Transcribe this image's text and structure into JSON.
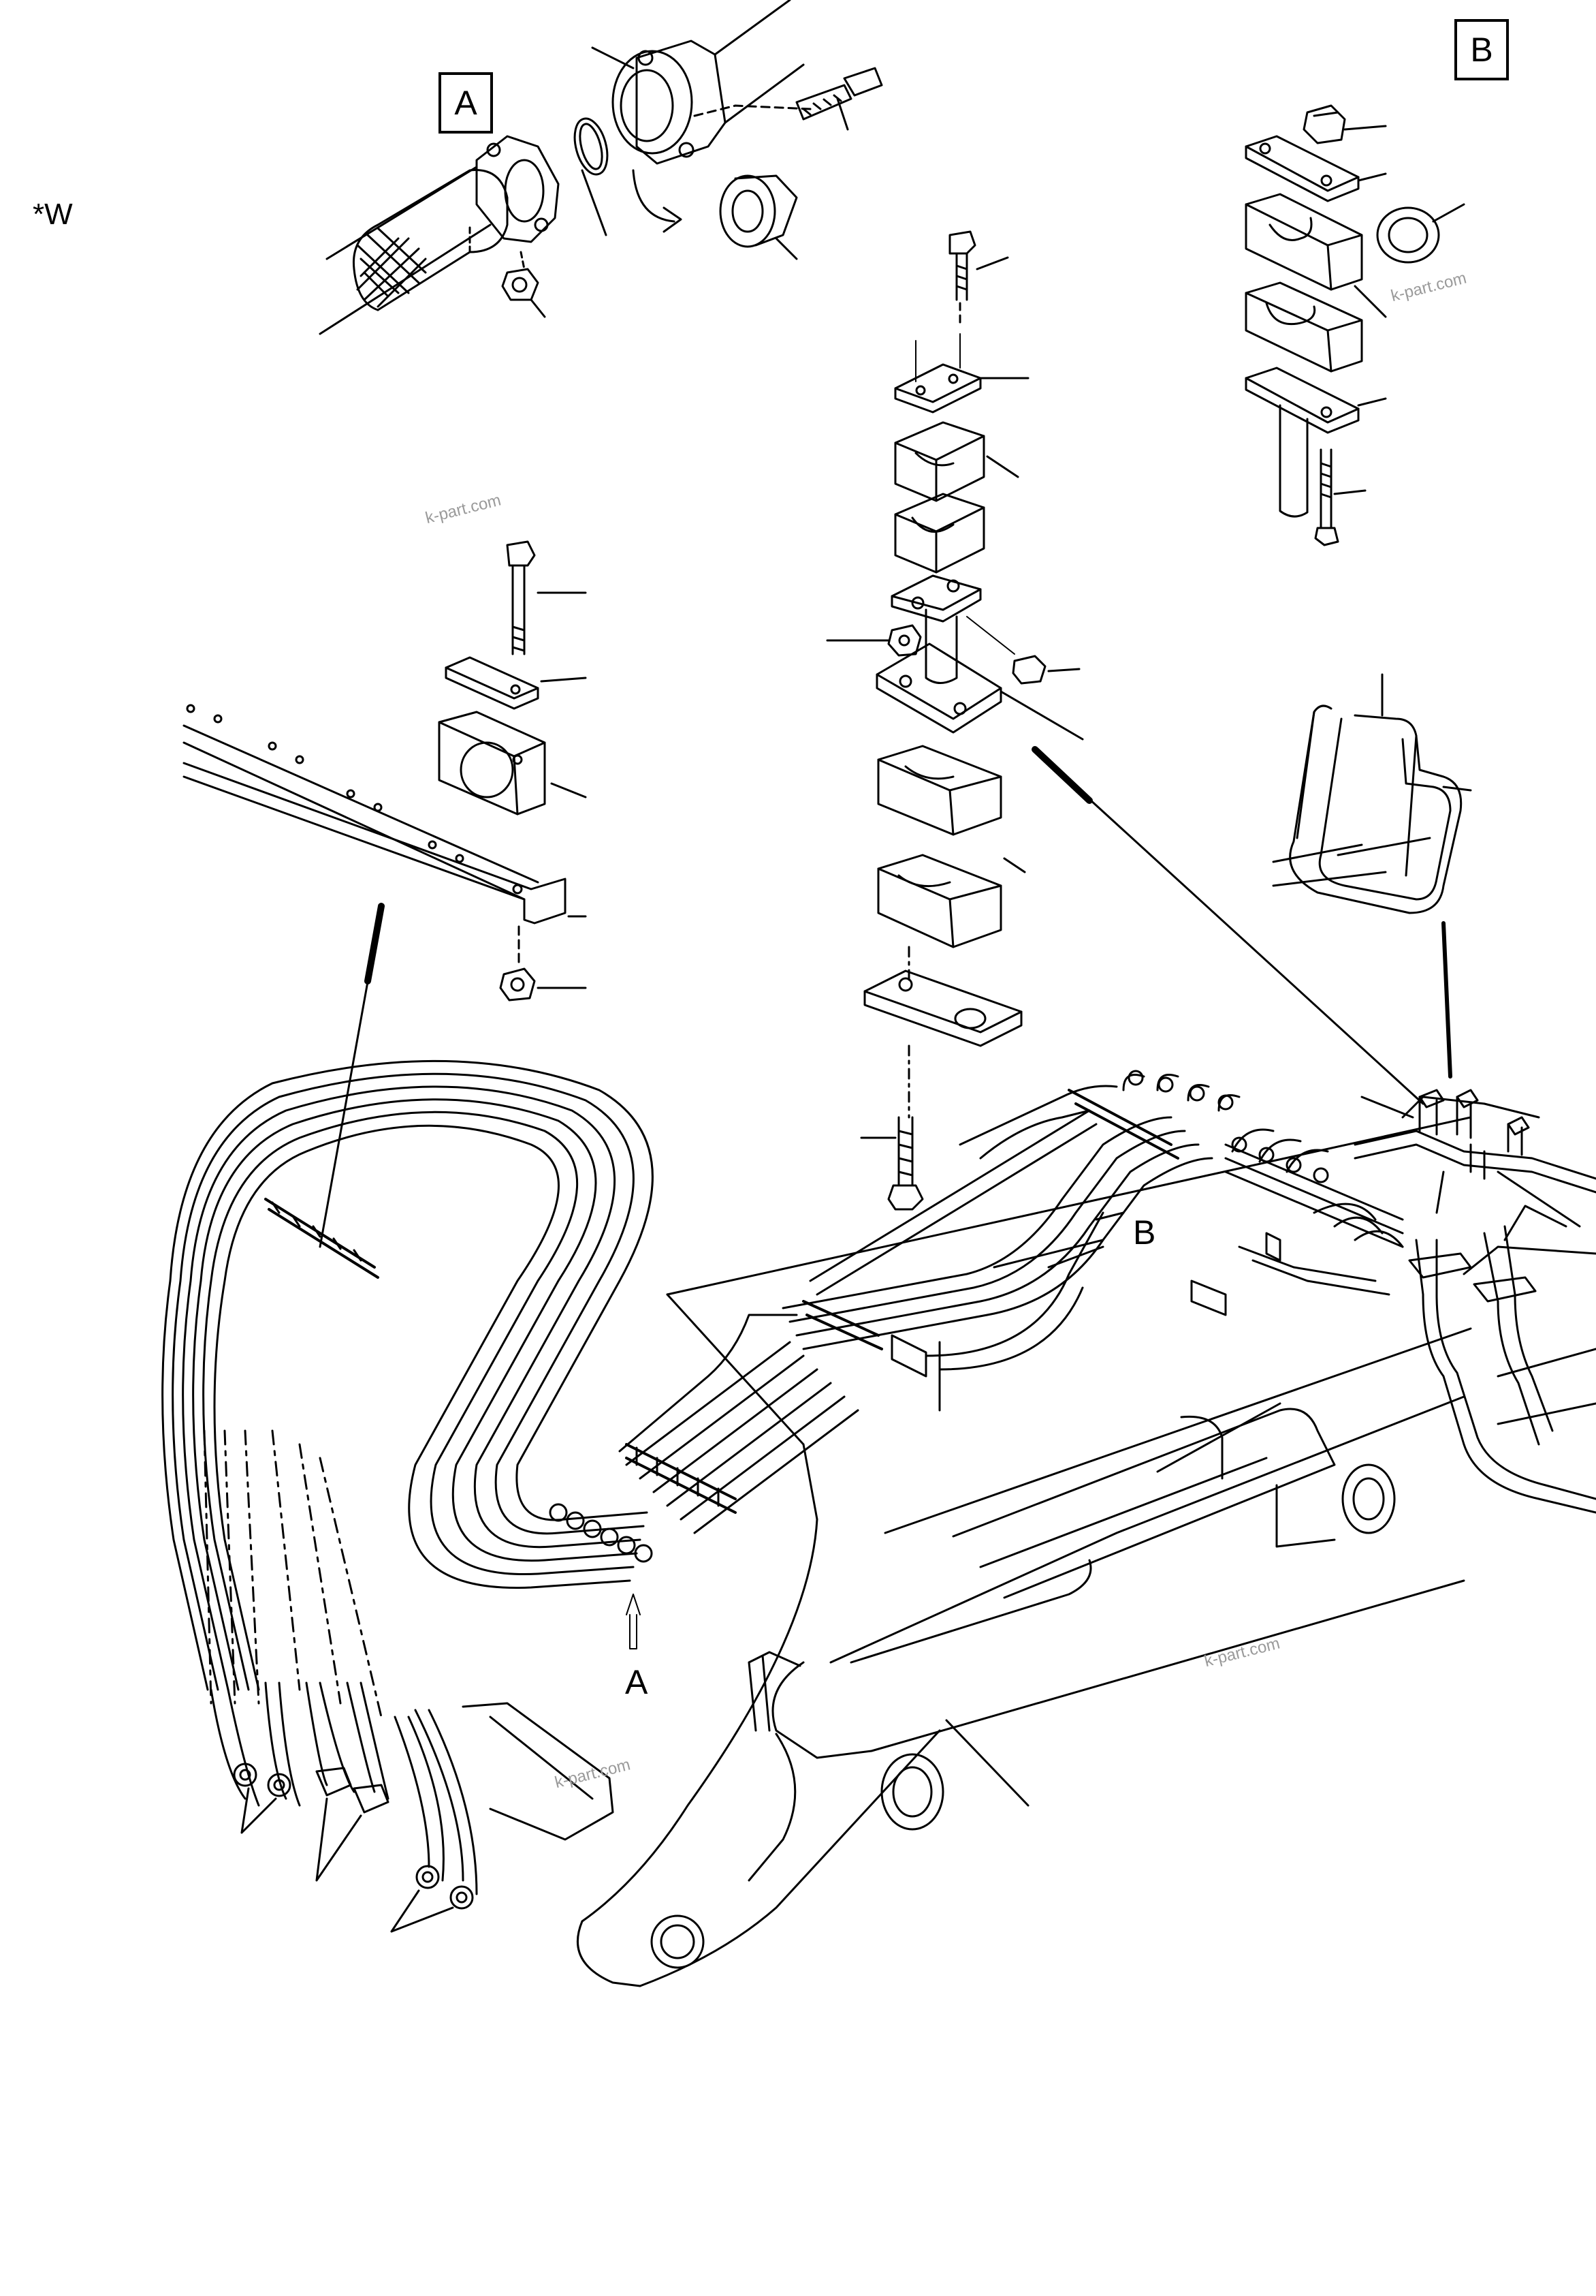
{
  "corner_code": "*W",
  "detail_labels": {
    "a": "A",
    "b": "B"
  },
  "arrow_labels": {
    "a": "A",
    "b": "B"
  },
  "watermark": "k-part.com",
  "colors": {
    "line": "#000000",
    "watermark": "#9a9a9a",
    "background": "#ffffff"
  }
}
